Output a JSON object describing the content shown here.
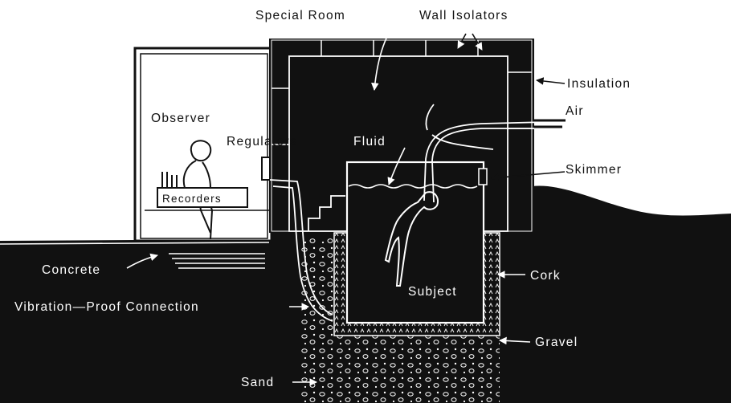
{
  "labels": {
    "special_room": "Special Room",
    "wall_isolators": "Wall Isolators",
    "insulation": "Insulation",
    "observer": "Observer",
    "air": "Air",
    "regulators": "Regulators",
    "fluid": "Fluid",
    "skimmer": "Skimmer",
    "recorders": "Recorders",
    "concrete": "Concrete",
    "cork": "Cork",
    "subject": "Subject",
    "vibration_proof_connection": "Vibration—Proof Connection",
    "gravel": "Gravel",
    "sand": "Sand"
  },
  "colors": {
    "ink": "#111111",
    "paper": "#ffffff"
  }
}
